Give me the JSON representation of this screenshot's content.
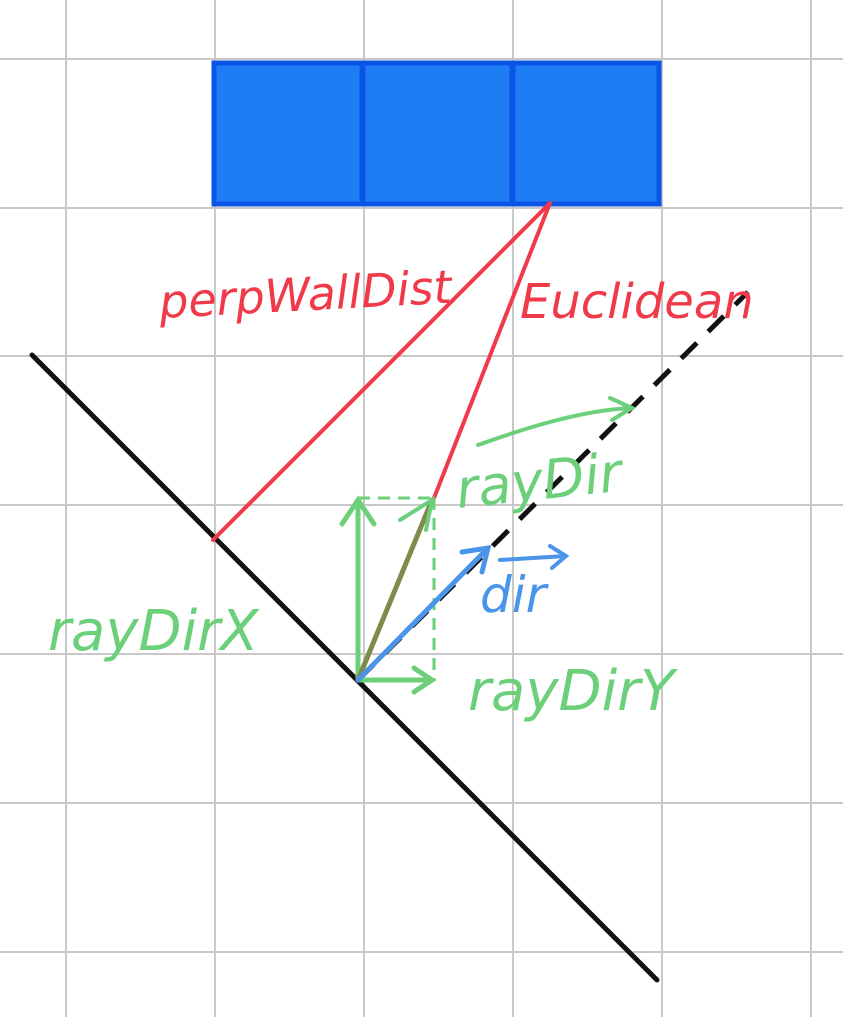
{
  "diagram": {
    "labels": {
      "perp_wall_dist": "perpWallDist",
      "euclidean": "Euclidean",
      "ray_dir": "rayDir",
      "dir": "dir",
      "ray_dir_x": "rayDirX",
      "ray_dir_y": "rayDirY"
    },
    "colors": {
      "grid": "#c8c8c8",
      "wall": "#1e7df5",
      "wall_border": "#0a55e6",
      "distance_lines": "#f03a4a",
      "ray_components": "#6cd07a",
      "dir_vector": "#4a95ea",
      "camera_plane": "#111111",
      "ray_direction_vector": "#7d8c4c"
    }
  }
}
